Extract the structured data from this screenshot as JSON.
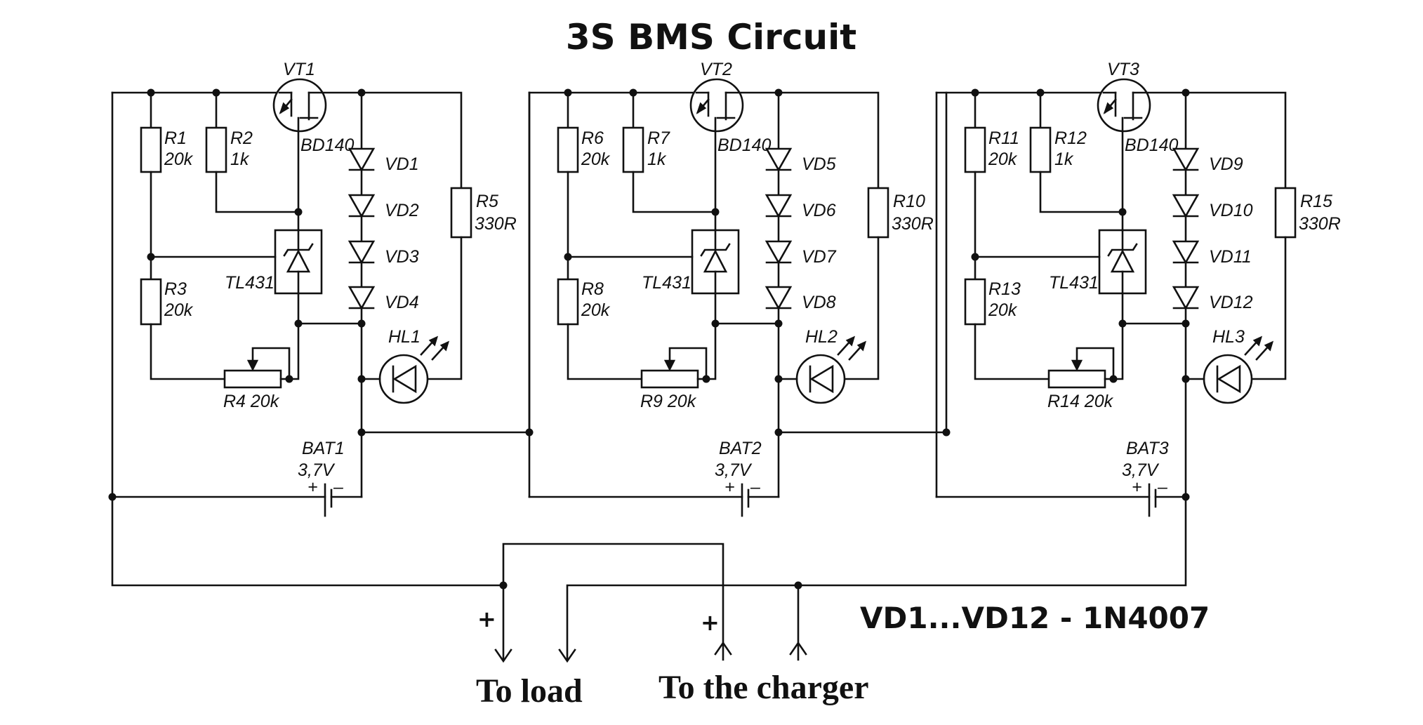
{
  "title": "3S BMS Circuit",
  "note": "VD1...VD12 - 1N4007",
  "terminals": {
    "load": "To load",
    "charger": "To the charger",
    "plus": "+"
  },
  "cells": [
    {
      "transistor": "VT1",
      "transistor_type": "BD140",
      "r_top": {
        "name": "R1",
        "value": "20k"
      },
      "r_base": {
        "name": "R2",
        "value": "1k"
      },
      "r_bottom": {
        "name": "R3",
        "value": "20k"
      },
      "trimmer": "R4 20k",
      "r_led": {
        "name": "R5",
        "value": "330R"
      },
      "regulator": "TL431",
      "diodes": [
        "VD1",
        "VD2",
        "VD3",
        "VD4"
      ],
      "led": "HL1",
      "battery": "BAT1",
      "voltage": "3,7V",
      "plus": "+",
      "minus": "–"
    },
    {
      "transistor": "VT2",
      "transistor_type": "BD140",
      "r_top": {
        "name": "R6",
        "value": "20k"
      },
      "r_base": {
        "name": "R7",
        "value": "1k"
      },
      "r_bottom": {
        "name": "R8",
        "value": "20k"
      },
      "trimmer": "R9 20k",
      "r_led": {
        "name": "R10",
        "value": "330R"
      },
      "regulator": "TL431",
      "diodes": [
        "VD5",
        "VD6",
        "VD7",
        "VD8"
      ],
      "led": "HL2",
      "battery": "BAT2",
      "voltage": "3,7V",
      "plus": "+",
      "minus": "–"
    },
    {
      "transistor": "VT3",
      "transistor_type": "BD140",
      "r_top": {
        "name": "R11",
        "value": "20k"
      },
      "r_base": {
        "name": "R12",
        "value": "1k"
      },
      "r_bottom": {
        "name": "R13",
        "value": "20k"
      },
      "trimmer": "R14 20k",
      "r_led": {
        "name": "R15",
        "value": "330R"
      },
      "regulator": "TL431",
      "diodes": [
        "VD9",
        "VD10",
        "VD11",
        "VD12"
      ],
      "led": "HL3",
      "battery": "BAT3",
      "voltage": "3,7V",
      "plus": "+",
      "minus": "–"
    }
  ]
}
